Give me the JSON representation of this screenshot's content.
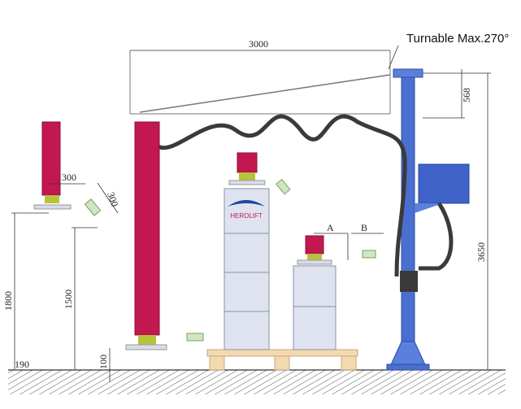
{
  "labels": {
    "turntable": "Turnable Max.270°",
    "boom_length": "3000",
    "top_offset": "568",
    "total_height": "3650",
    "reach_horizontal": "300",
    "reach_diagonal": "300",
    "height_1800": "1800",
    "height_1500": "1500",
    "base_190": "190",
    "min_height_100": "100",
    "dim_a": "A",
    "dim_b": "B"
  },
  "logo": "HEROLIFT",
  "colors": {
    "tube": "#c2184f",
    "column": "#4a6fd0",
    "box": "#dfe3ef",
    "pallet": "#f3d9b0",
    "hose": "#3a3a3a",
    "gripper": "#b8c23a"
  }
}
